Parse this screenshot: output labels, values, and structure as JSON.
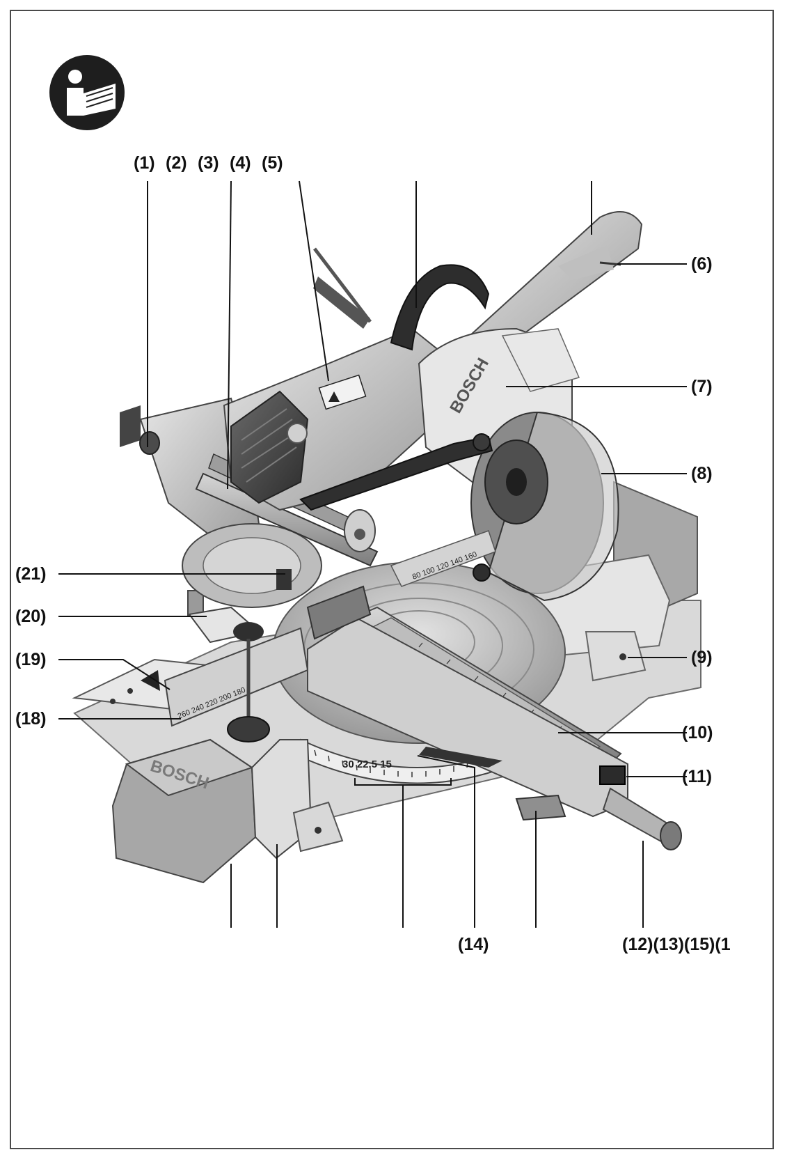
{
  "icons": {
    "manual_icon": "read-instructions-icon"
  },
  "labels": {
    "l1": "(1)",
    "l2": "(2)",
    "l3": "(3)",
    "l4": "(4)",
    "l5": "(5)",
    "l6": "(6)",
    "l7": "(7)",
    "l8": "(8)",
    "l9": "(9)",
    "l10": "(10)",
    "l11": "(11)",
    "l12": "(12)(13)(15)(1",
    "l14": "(14)",
    "l18": "(18)",
    "l19": "(19)",
    "l20": "(20)",
    "l21": "(21)"
  },
  "scale_text": {
    "main": "30  22.5  15",
    "arm_ticks": "260 240 220 200 180",
    "upper_ticks": "80 100 120 140 160"
  },
  "branding": {
    "brand_text": "BOSCH"
  }
}
